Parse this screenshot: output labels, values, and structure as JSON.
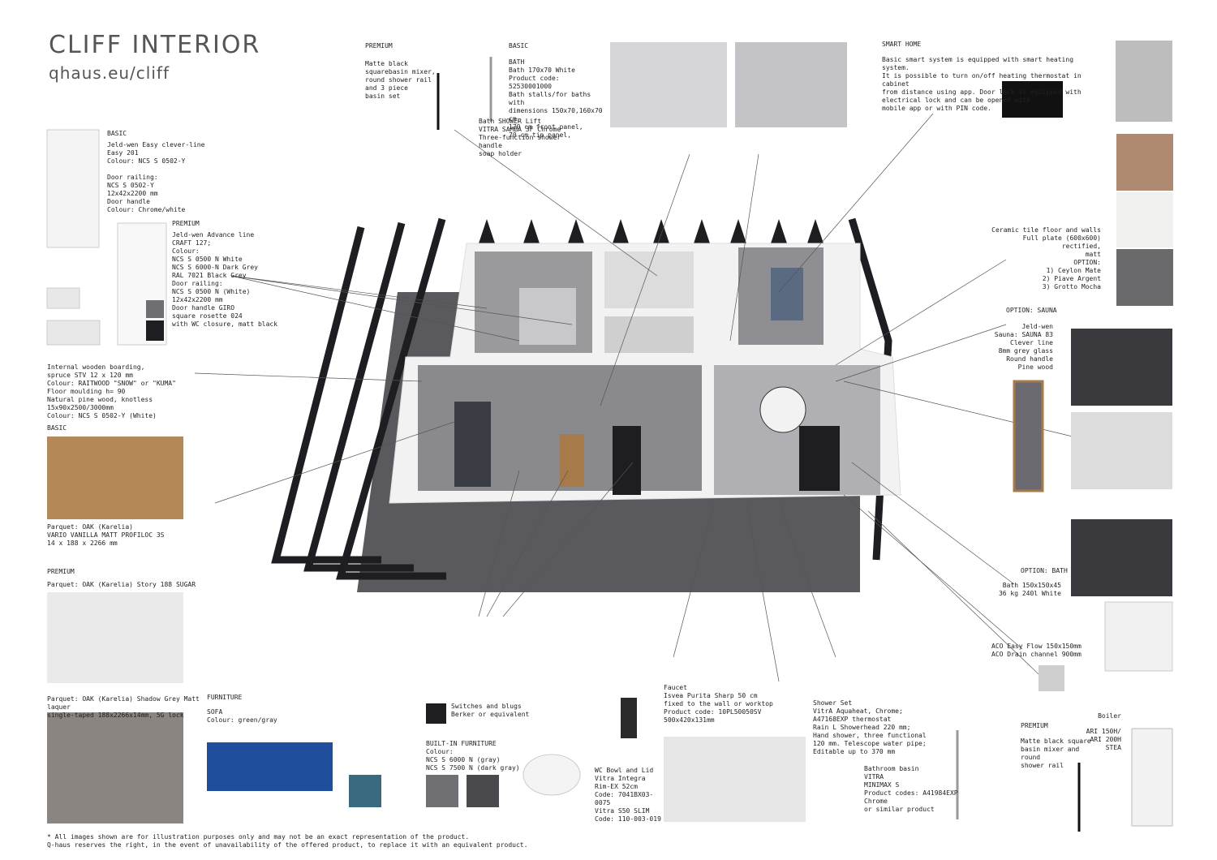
{
  "header": {
    "title": "CLIFF INTERIOR",
    "url": "qhaus.eu/cliff"
  },
  "doors": {
    "basic_label": "BASIC",
    "basic_text": "Jeld-wen Easy clever-line\nEasy 201\nColour: NCS S 0502-Y\n\nDoor railing:\nNCS S 0502-Y\n12x42x2200 mm\nDoor handle\nColour: Chrome/white",
    "premium_label": "PREMIUM",
    "premium_text": "Jeld-wen Advance line\nCRAFT 127;\nColour:\nNCS S 0500 N White\nNCS S 6000-N Dark Grey\nRAL 7021 Black Grey\nDoor railing:\nNCS S 0500 N (White)\n12x42x2200 mm\nDoor handle GIRO\nsquare rosette 024\nwith WC closure, matt black"
  },
  "boarding": {
    "text": "Internal wooden boarding,\nspruce STV 12 x 120 mm\nColour: RAITWOOD \"SNOW\" or \"KUMA\"\nFloor moulding h= 90\nNatural pine wood, knotless 15x90x2500/3000mm\nColour: NCS S 0502-Y (White)"
  },
  "parquet": {
    "basic_label": "BASIC",
    "basic_text": "Parquet: OAK (Karelia)\nVARIO VANILLA MATT PROFILOC 3S\n14 x 188 x 2266 mm",
    "premium_label": "PREMIUM",
    "premium_top": "Parquet: OAK (Karelia) Story 188 SUGAR",
    "premium_text": "Parquet: OAK (Karelia) Shadow Grey Matt laquer\nsingle-taped 188x2266x14mm, 5G lock"
  },
  "shower_premium": {
    "label": "PREMIUM",
    "text": "Matte black\nsquarebasin mixer,\nround shower rail\nand 3 piece\nbasin set"
  },
  "bath_basic": {
    "label": "BASIC",
    "text": "BATH\nBath 170x70 White\nProduct code: 52530001000\nBath stalls/for baths with\ndimensions 150x70,160x70 cm,\n170 cm front panel,\n70 cm tip panel,",
    "lift": "Bath SHOWER Lift\nVITRA SAMBA 3F Chrome\nThree-function shower handle\nsoap holder"
  },
  "smart_home": {
    "label": "SMART HOME",
    "text": "Basic smart system is equipped with smart heating system.\nIt is possible to turn on/off heating thermostat in cabinet\nfrom distance using app. Door lock is equipped with\nelectrical lock and can be opened with\nmobile app or with PIN code."
  },
  "tiles": {
    "text": "Ceramic tile floor and walls\nFull plate (600x600) rectified,\nmatt\nOPTION:\n1)  Ceylon Mate\n2) Piave Argent\n3) Grotto Mocha"
  },
  "sauna": {
    "label": "OPTION: SAUNA",
    "text": "Jeld-wen\nSauna: SAUNA 83\nClever line\n8mm grey glass\nRound handle\nPine wood"
  },
  "option_bath": {
    "label": "OPTION: BATH",
    "text": "Bath 150x150x45\n36 kg 240l White"
  },
  "drain": {
    "text": "ACO Easy Flow 150x150mm\nACO Drain channel 900mm"
  },
  "furniture": {
    "label": "FURNITURE",
    "sofa": "SOFA\nColour: green/gray"
  },
  "switches": {
    "text": "Switches and blugs\nBerker or equivalent",
    "builtin": "BUILT-IN FURNITURE\nColour:\nNCS S 6000 N (gray)\nNCS S 7500 N (dark gray)"
  },
  "wc": {
    "text": "WC Bowl and Lid\nVitra Integra\nRim-EX 52cm\nCode: 7041BX03-0075\nVitra S50 SLIM\nCode: 110-003-019"
  },
  "faucet": {
    "text": "Faucet\nIsvea Purita Sharp 50 cm\nfixed to the wall or worktop\nProduct code: 10PL50050SV\n500x420x131mm"
  },
  "shower_set": {
    "text": "Shower Set\nVitrA Aquaheat, Chrome;\nA47168EXP thermostat\nRain L Showerhead 220 mm;\nHand shower, three functional\n120 mm. Telescope water pipe;\nEditable up to 370 mm",
    "basin": "Bathroom basin\nVITRA\nMINIMAX S\nProduct codes: A41984EXP\nChrome\nor similar product"
  },
  "premium_mixer": {
    "label": "PREMIUM",
    "text": "Matte black square\nbasin mixer and round\nshower rail"
  },
  "boiler": {
    "label": "Boiler",
    "text": "ARI 150H/\nARI 200H\nSTEA"
  },
  "footer": {
    "text": "* All images shown are for illustration purposes only and may not be an exact representation of the product.\nQ-haus reserves the right, in the event of unavailability of the offered product, to replace it with an equivalent product."
  },
  "colors": {
    "dark": "#2b2b2f",
    "floor": "#8a8a8e",
    "wood": "#a77a4a",
    "grey": "#707074",
    "sofa": "#1f4f9c"
  }
}
